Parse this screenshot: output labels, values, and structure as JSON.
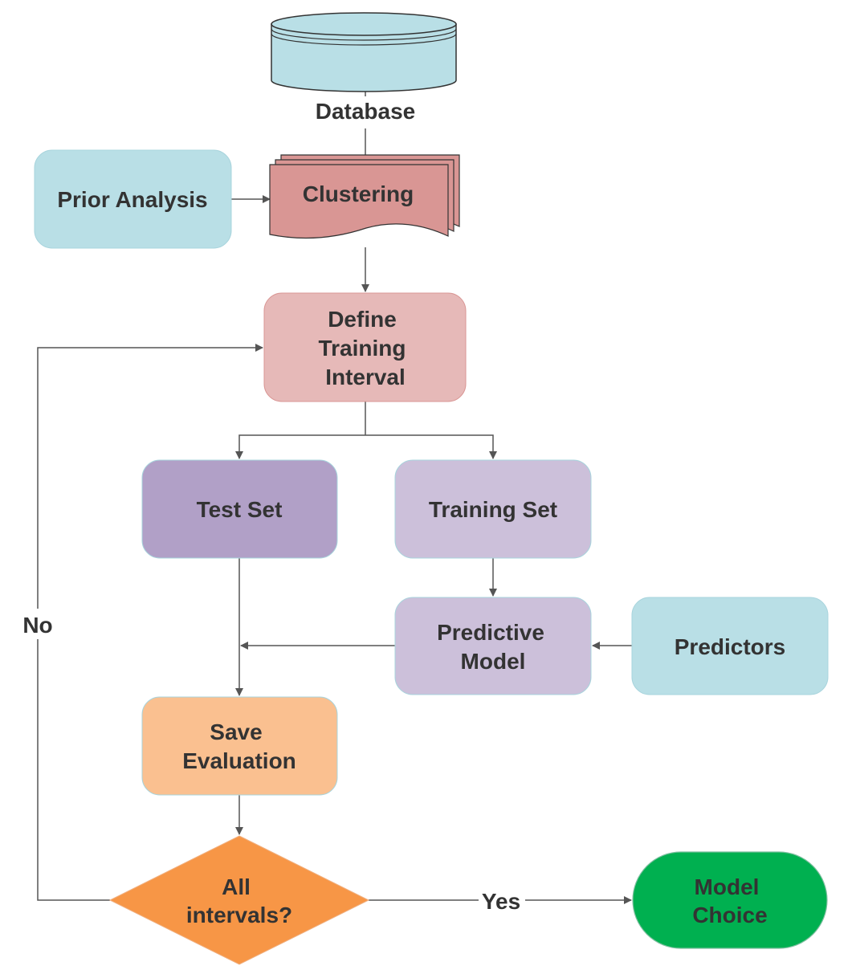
{
  "colors": {
    "database": "#b9dfe6",
    "prior_analysis": "#b9dfe6",
    "clustering": "#d99694",
    "define_interval": "#e6b9b8",
    "test_set": "#b1a0c7",
    "training_set": "#ccc0da",
    "predictive_model": "#ccc0da",
    "predictors": "#b9dfe6",
    "save_evaluation": "#fac090",
    "decision": "#f79646",
    "model_choice": "#00b050",
    "edge": "#555555",
    "text": "#333333"
  },
  "nodes": {
    "database": {
      "label": "Database"
    },
    "prior_analysis": {
      "label": "Prior Analysis"
    },
    "clustering": {
      "label": "Clustering"
    },
    "define_interval": {
      "lines": [
        "Define",
        "Training",
        "Interval"
      ]
    },
    "test_set": {
      "label": "Test Set"
    },
    "training_set": {
      "label": "Training Set"
    },
    "predictive_model": {
      "lines": [
        "Predictive",
        "Model"
      ]
    },
    "predictors": {
      "label": "Predictors"
    },
    "save_evaluation": {
      "lines": [
        "Save",
        "Evaluation"
      ]
    },
    "decision": {
      "lines": [
        "All",
        "intervals?"
      ]
    },
    "model_choice": {
      "lines": [
        "Model",
        "Choice"
      ]
    }
  },
  "edges": {
    "yes_label": "Yes",
    "no_label": "No"
  }
}
